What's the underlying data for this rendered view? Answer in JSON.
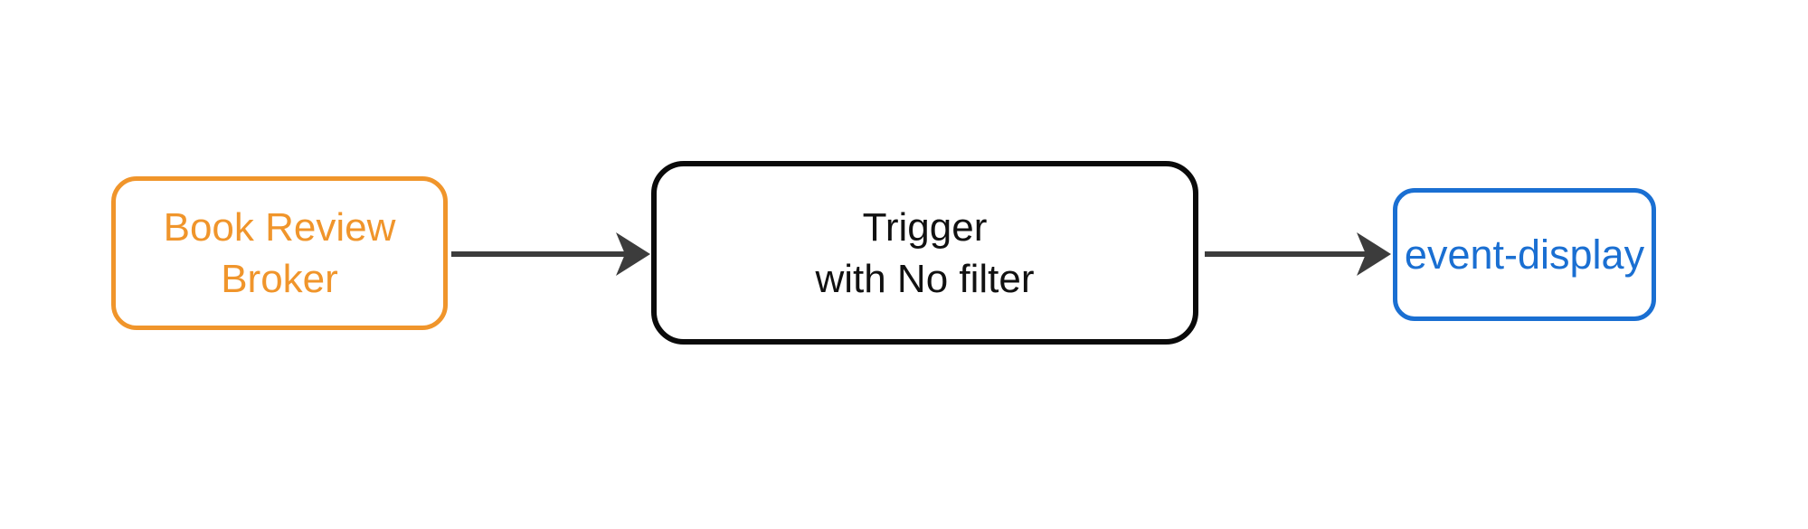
{
  "diagram": {
    "type": "flowchart",
    "direction": "left-to-right",
    "nodes": [
      {
        "id": "broker",
        "label": "Book Review Broker",
        "lines": [
          "Book Review",
          "Broker"
        ],
        "accent": "#F0952B"
      },
      {
        "id": "trigger",
        "label": "Trigger with No filter",
        "lines": [
          "Trigger",
          "with No filter"
        ],
        "accent": "#0a0a0a"
      },
      {
        "id": "event-display",
        "label": "event-display",
        "lines": [
          "event-display"
        ],
        "accent": "#1A6FD2"
      }
    ],
    "edges": [
      {
        "from": "broker",
        "to": "trigger"
      },
      {
        "from": "trigger",
        "to": "event-display"
      }
    ]
  },
  "colors": {
    "broker_accent": "#F0952B",
    "trigger_accent": "#0a0a0a",
    "event_display_accent": "#1A6FD2",
    "arrow": "#3C3C3C",
    "background": "#ffffff"
  }
}
